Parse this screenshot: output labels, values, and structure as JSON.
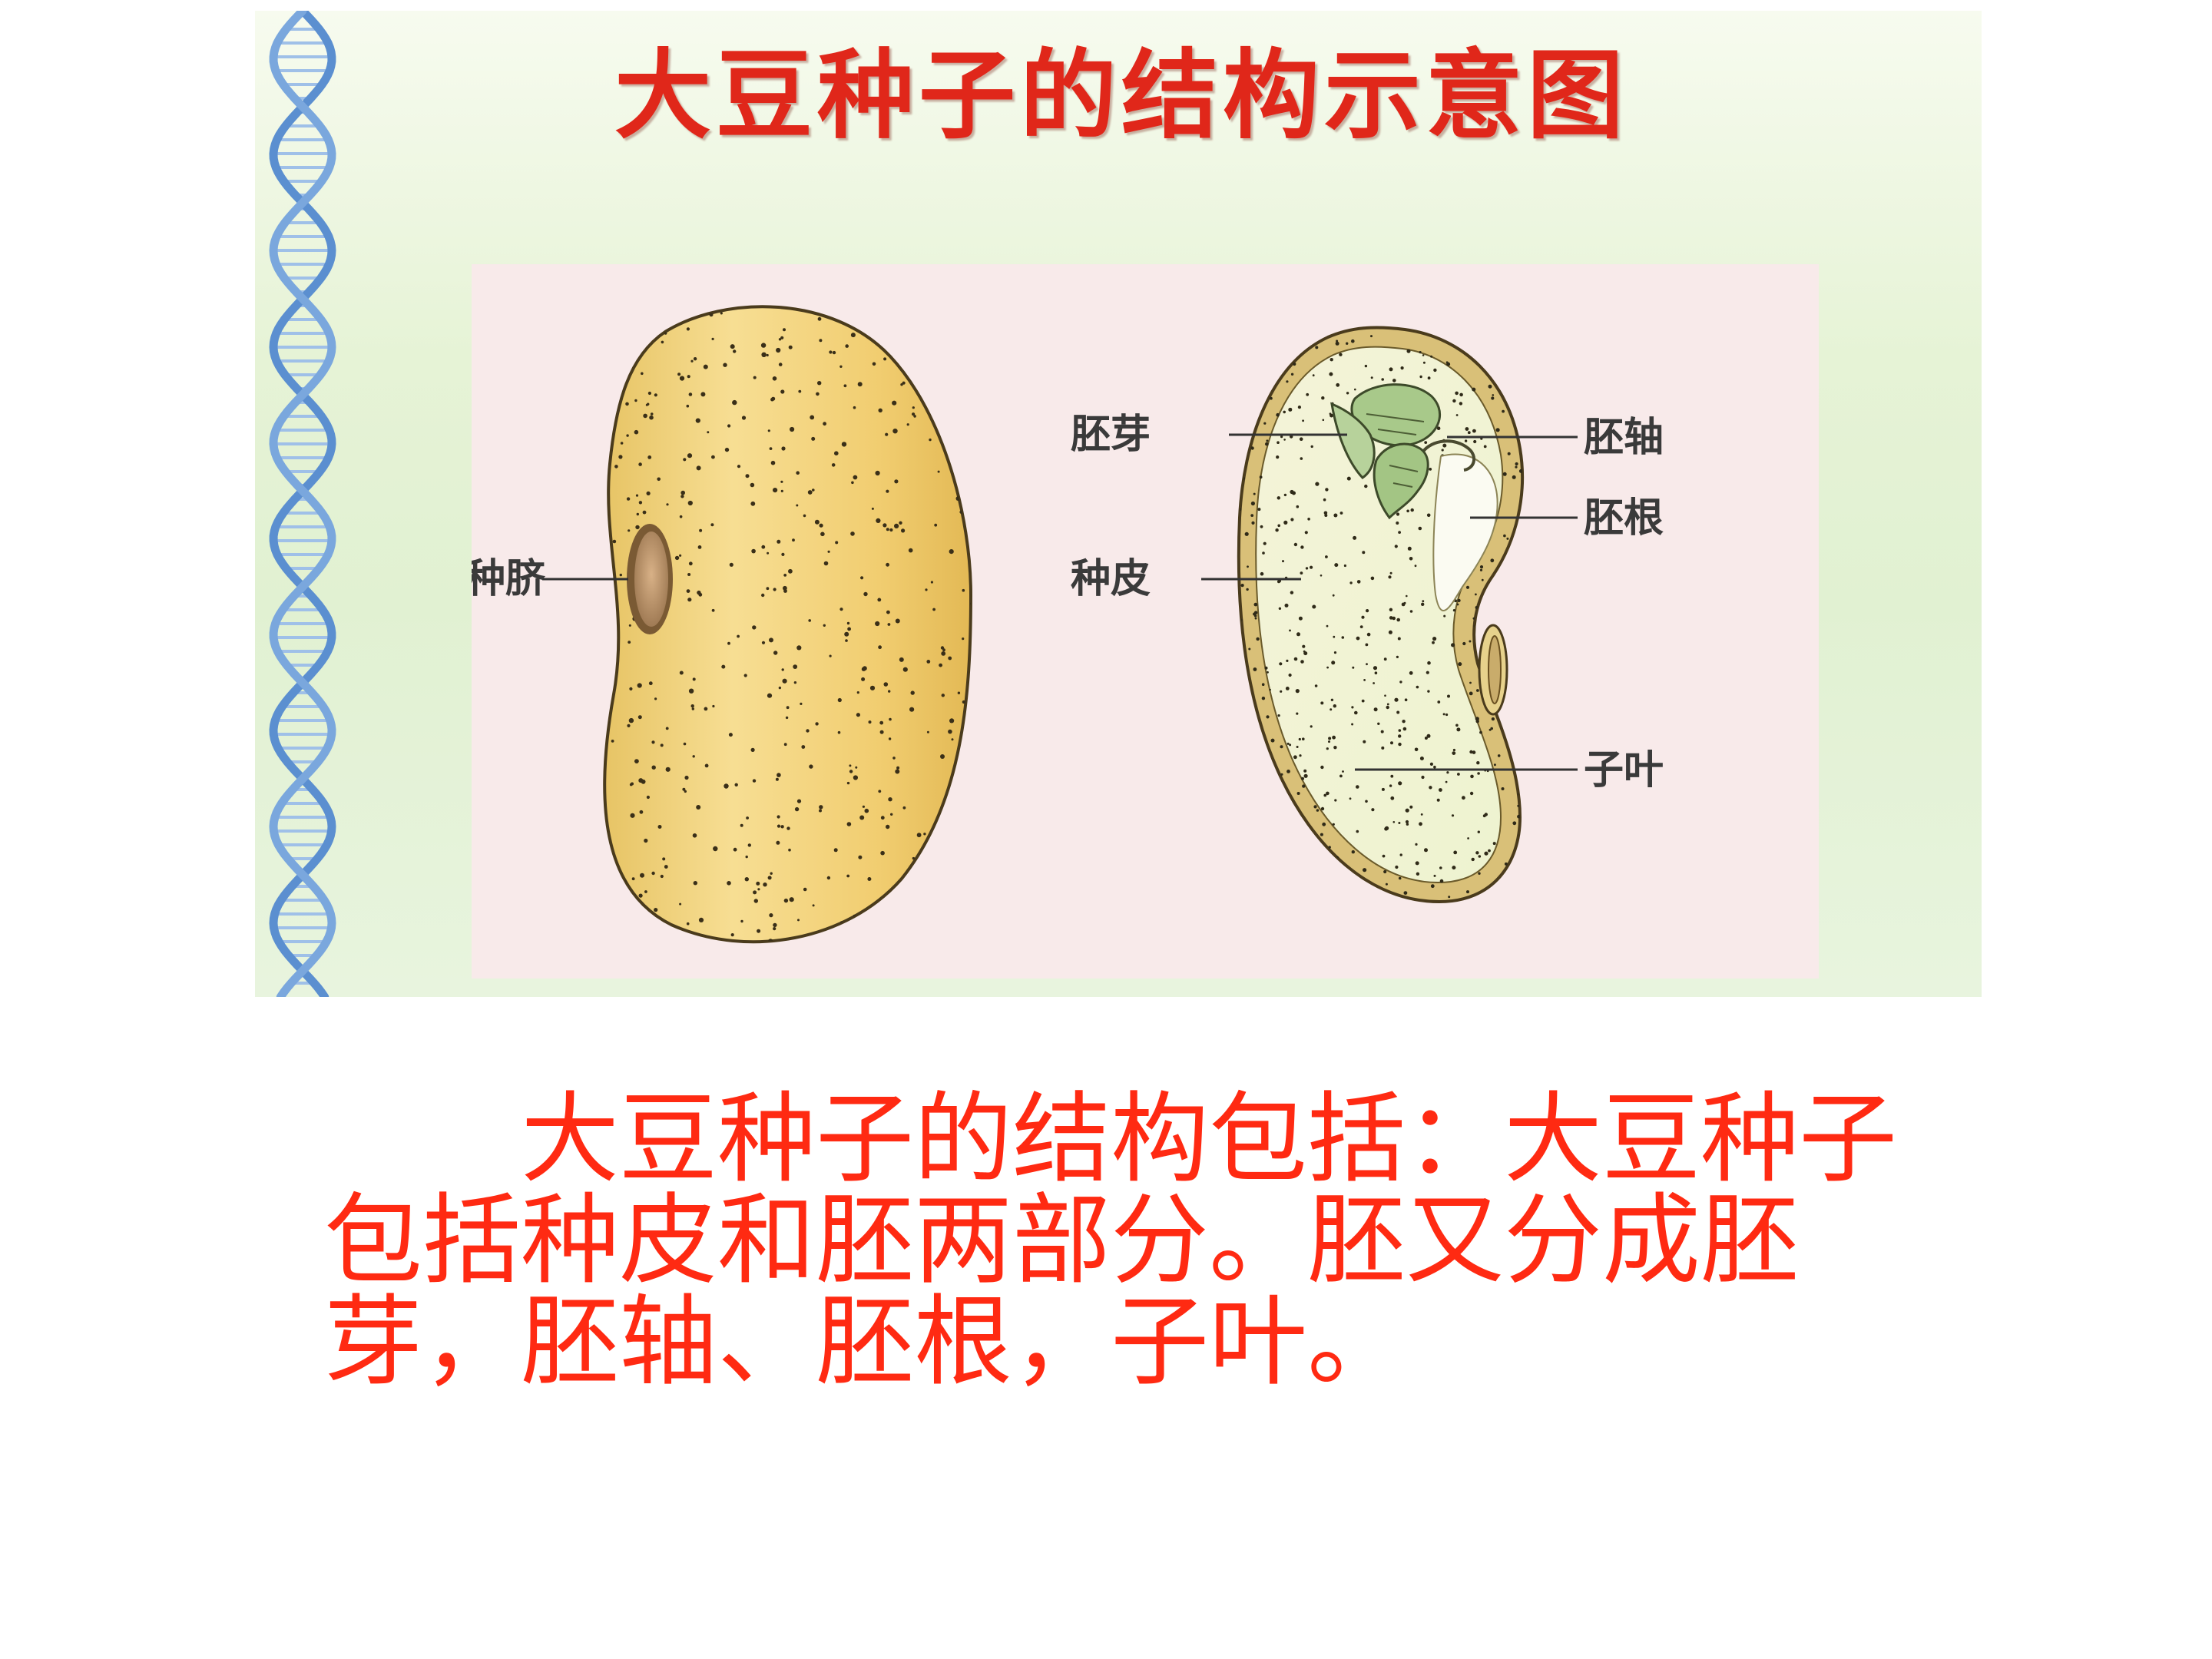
{
  "slide": {
    "title": "大豆种子的结构示意图",
    "caption": "大豆种子的结构包括：大豆种子包括种皮和胚两部分。胚又分成胚芽，胚轴、胚根，子叶。"
  },
  "diagram": {
    "labels": {
      "hilum": "种脐",
      "plumule": "胚芽",
      "seed_coat": "种皮",
      "hypocotyl": "胚轴",
      "radicle": "胚根",
      "cotyledon": "子叶"
    }
  },
  "colors": {
    "title_red": "#e0271a",
    "caption_red": "#ff2a12",
    "seed_yellow": "#f3cf72",
    "section_green": "#f1f4d6",
    "board_pink": "#f8eaea",
    "dna_blue": "#5b8fd0"
  }
}
